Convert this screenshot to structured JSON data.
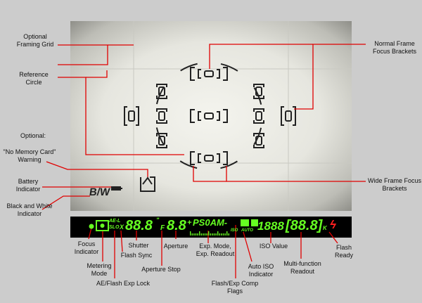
{
  "left_labels": {
    "framing_grid": "Optional Framing Grid",
    "reference_circle": "Reference Circle",
    "optional": "Optional:",
    "no_memory_card": "\"No Memory Card\" Warning",
    "battery": "Battery Indicator",
    "bw": "Black and White Indicator"
  },
  "right_labels": {
    "normal_brackets": "Normal Frame Focus Brackets",
    "wide_brackets": "Wide Frame Focus Brackets"
  },
  "viewfinder": {
    "bw_text": "B/W",
    "memory_card_text": "[ ]"
  },
  "lcd": {
    "ael": "AE-L",
    "slow": "SLO",
    "x": "X",
    "shutter": "88.8",
    "shutter_mark": "\"",
    "f": "F",
    "aperture": "8.8",
    "plus": "+",
    "mode": "PS0AM-",
    "iso_small": "ISO",
    "auto": "AUTO",
    "iso_value": "1888",
    "multi": "[88.8]",
    "k": "K",
    "flash": "ϟ"
  },
  "bottom_labels": {
    "focus": "Focus Indicator",
    "metering": "Metering Mode",
    "ae_lock": "AE/Flash Exp Lock",
    "flash_sync": "Flash Sync",
    "shutter": "Shutter",
    "aperture_stop": "Aperture Stop",
    "aperture": "Aperture",
    "exp_mode": "Exp. Mode, Exp. Readout",
    "flags": "Flash/Exp Comp Flags",
    "auto_iso": "Auto ISO Indicator",
    "iso_value": "ISO Value",
    "multi": "Multi-function Readout",
    "flash_ready": "Flash Ready"
  },
  "colors": {
    "lcd_green": "#66ff22",
    "leader_red": "#e00000",
    "flash_red": "#ff2020"
  }
}
